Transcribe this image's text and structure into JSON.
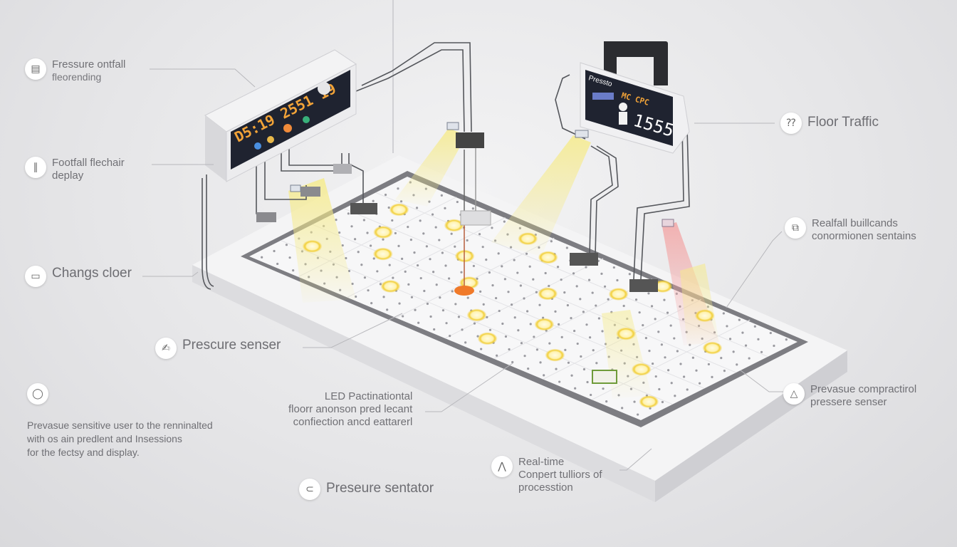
{
  "callouts": {
    "pressure_footfall": {
      "icon": "display-icon",
      "line1": "Fressure ontfall",
      "line2": "fleorending"
    },
    "footfall_display": {
      "icon": "sensor-icon",
      "line1": "Footfall flechair",
      "line2": "deplay"
    },
    "changs_cloer": {
      "icon": "display-panel-icon",
      "line1": "Changs cloer"
    },
    "prescure_senser": {
      "icon": "foot-icon",
      "line1": "Prescure senser"
    },
    "led_panel": {
      "line1": "LED Pactinationtal",
      "line2": "floorr anonson pred lecant",
      "line3": "confiection ancd eattarerl"
    },
    "preseure_sentator": {
      "icon": "cable-icon",
      "line1": "Preseure sentator"
    },
    "real_time": {
      "icon": "chart-icon",
      "line1": "Real-time",
      "line2": "Conpert tulliors of",
      "line3": "processtion"
    },
    "floor_traffic": {
      "icon": "counter-icon",
      "line1": "Floor Traffic"
    },
    "realfall": {
      "icon": "sensor-module-icon",
      "line1": "Realfall buillcands",
      "line2": "conormionen sentains"
    },
    "prevasue": {
      "icon": "pressure-icon",
      "line1": "Prevasue compractirol",
      "line2": "pressere senser"
    },
    "bottom_left": {
      "icon": "bulb-icon"
    }
  },
  "paragraph": {
    "lines": [
      "Prevasue sensitive user to the renninalted",
      "with os ain predlent and Insessions",
      "for the fectsy and display."
    ]
  },
  "left_display": {
    "readout": "D5:19 2551 19"
  },
  "right_display": {
    "brand": "Pressto",
    "label": "MC CPC",
    "readout": "1555"
  },
  "colors": {
    "led_ring": "#f2cf3a",
    "led_center": "#fff3b0",
    "hot_sensor": "#f07a2a",
    "beam": "#f6eb8c",
    "red_beam": "#f3a2a2",
    "screen": "#1f2330"
  }
}
